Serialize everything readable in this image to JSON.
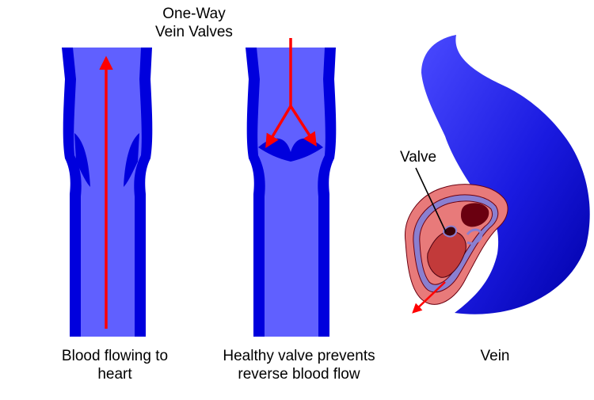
{
  "title": {
    "line1": "One-Way",
    "line2": "Vein Valves"
  },
  "panels": [
    {
      "caption_line1": "Blood flowing to",
      "caption_line2": "heart"
    },
    {
      "caption_line1": "Healthy valve prevents",
      "caption_line2": "reverse blood flow"
    },
    {
      "caption_line1": "Vein"
    }
  ],
  "callout": {
    "label": "Valve"
  },
  "colors": {
    "vein_dark": "#0000dd",
    "vein_light": "#6060ff",
    "blood_arrow": "#ff0000",
    "tissue_pink": "#e87a7a",
    "tissue_dark": "#6a0010",
    "membrane": "#8a7fd0"
  }
}
